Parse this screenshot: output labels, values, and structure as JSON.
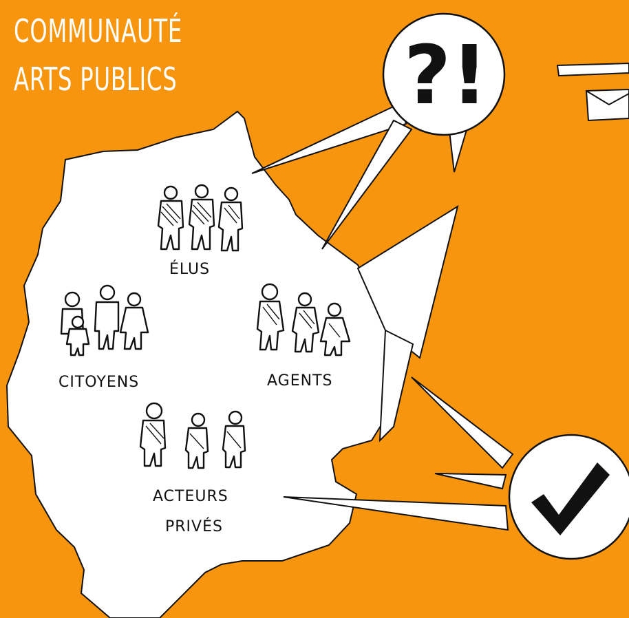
{
  "title": {
    "line1": "COMMUNAUTÉ",
    "line2": "ARTS PUBLICS"
  },
  "groups": {
    "elus": "ÉLUS",
    "citoyens": "CITOYENS",
    "agents": "AGENTS",
    "acteurs_line1": "ACTEURS",
    "acteurs_line2": "PRIVÉS"
  },
  "bubbles": {
    "question": "?!",
    "check_icon": "checkmark-icon",
    "envelope_icon": "envelope-icon"
  },
  "colors": {
    "background": "#F7950E",
    "shape": "#FFFFFF",
    "ink": "#111111"
  }
}
